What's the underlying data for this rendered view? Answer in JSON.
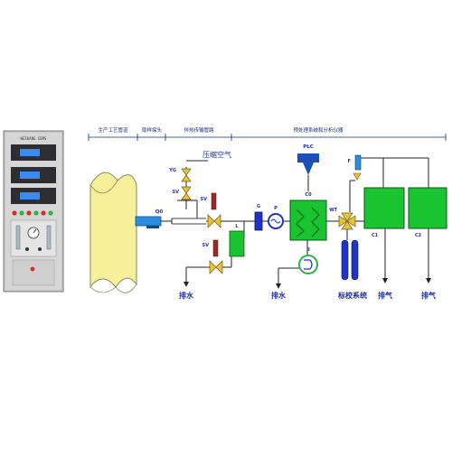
{
  "cabinet": {
    "panel_label": "WEIKANG CEMS",
    "analyzer_readouts": [
      "",
      "",
      ""
    ]
  },
  "sections": [
    {
      "id": "process-pipe",
      "label": "生产工艺管道"
    },
    {
      "id": "sampling-probe",
      "label": "取样探头"
    },
    {
      "id": "heated-line",
      "label": "伴热传输管路"
    },
    {
      "id": "pretreatment",
      "label": "预处理系统和分析仪器"
    }
  ],
  "components": {
    "probe": "Q0",
    "valve_yg": "YG",
    "valve_sv1": "SV",
    "valve_sv2": "SV",
    "valve_sv3": "SV",
    "compressed_air": "压缩空气",
    "filter_g": "G",
    "pump_p": "P",
    "cooler_c0": "C0",
    "plc": "PLC",
    "pump_b": "B",
    "valve_wt": "WT",
    "filter_f": "F",
    "analyzer_c1": "C1",
    "analyzer_c2": "C2",
    "box_l": "L"
  },
  "outlets": {
    "drain_1": "排水",
    "drain_2": "排水",
    "calibration": "标校系统",
    "exhaust_1": "排气",
    "exhaust_2": "排气"
  },
  "colors": {
    "pipe_fill": "#f6f09a",
    "analyzer_fill": "#19c430",
    "probe_fill": "#2a8fe0",
    "valve_fill": "#e9c23a",
    "cylinder_fill": "#1c35c6",
    "plc_fill": "#1c4fb8",
    "section_text": "#0b2b8a",
    "label_text": "#1d2fa8"
  }
}
